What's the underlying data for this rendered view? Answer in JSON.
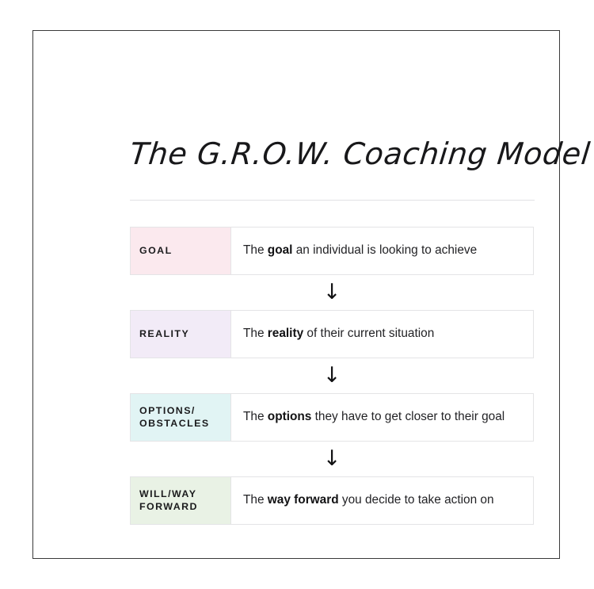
{
  "page": {
    "title": "The G.R.O.W. Coaching Model",
    "frame_border_color": "#3a3a3a",
    "background_color": "#ffffff",
    "divider_color": "#e2e2e4"
  },
  "arrows": {
    "glyph": "↓",
    "name": "down-arrow"
  },
  "model_rows": [
    {
      "label": "GOAL",
      "label_bg": "#fbe9ee",
      "desc_prefix": "The ",
      "desc_bold": "goal",
      "desc_suffix": " an individual is looking to achieve"
    },
    {
      "label": "REALITY",
      "label_bg": "#f2ebf7",
      "desc_prefix": "The ",
      "desc_bold": "reality",
      "desc_suffix": " of their current situation"
    },
    {
      "label": "OPTIONS/\nOBSTACLES",
      "label_bg": "#e1f4f4",
      "desc_prefix": "The ",
      "desc_bold": "options",
      "desc_suffix": " they have to get closer to their goal"
    },
    {
      "label": "WILL/WAY\nFORWARD",
      "label_bg": "#e9f2e5",
      "desc_prefix": "The ",
      "desc_bold": "way forward",
      "desc_suffix": " you decide to take action on"
    }
  ]
}
